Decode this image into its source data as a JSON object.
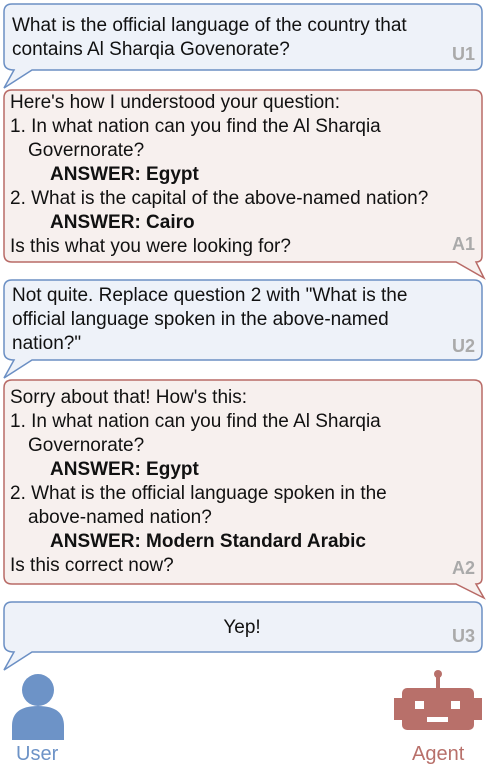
{
  "colors": {
    "user_bubble_fill": "#eef2f9",
    "user_bubble_stroke": "#6b8fc4",
    "agent_bubble_fill": "#f7f0ee",
    "agent_bubble_stroke": "#b86a66",
    "tag": "#aaaaaa",
    "user_icon": "#6d93c7",
    "agent_icon": "#b8706a"
  },
  "turns": {
    "u1": {
      "tag": "U1",
      "lines": [
        "What is the official language of the country that",
        "contains Al Sharqia Govenorate?"
      ]
    },
    "a1": {
      "tag": "A1",
      "intro": "Here's how I understood your question:",
      "q1": [
        "1. In what nation can you find the Al Sharqia",
        "Governorate?"
      ],
      "a1": "ANSWER: Egypt",
      "q2": [
        "2. What is the capital of the above-named nation?"
      ],
      "a2": "ANSWER: Cairo",
      "closing": "Is this what you were looking for?"
    },
    "u2": {
      "tag": "U2",
      "lines": [
        "Not quite. Replace question 2 with \"What is the",
        "official language spoken in the above-named",
        "nation?\""
      ]
    },
    "a2": {
      "tag": "A2",
      "intro": "Sorry about that! How's this:",
      "q1": [
        "1. In what nation can you find the Al Sharqia",
        "Governorate?"
      ],
      "a1": "ANSWER: Egypt",
      "q2": [
        "2. What is the official language spoken in the",
        "above-named nation?"
      ],
      "a2": "ANSWER: Modern Standard Arabic",
      "closing": "Is this correct now?"
    },
    "u3": {
      "tag": "U3",
      "text": "Yep!"
    }
  },
  "participants": {
    "user_label": "User",
    "agent_label": "Agent",
    "user_icon": "person-icon",
    "agent_icon": "robot-icon"
  }
}
